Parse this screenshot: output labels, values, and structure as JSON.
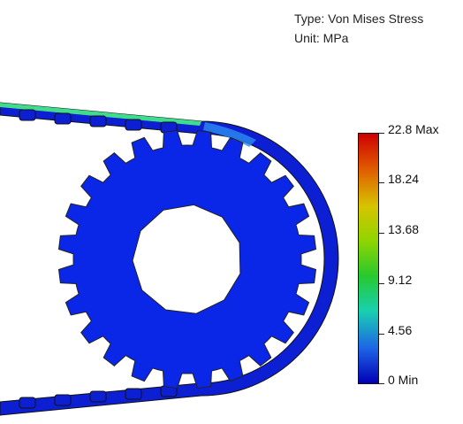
{
  "header": {
    "type_line": "Type: Von Mises Stress",
    "unit_line": "Unit: MPa"
  },
  "legend": {
    "labels": [
      "22.8 Max",
      "18.24",
      "13.68",
      "9.12",
      "4.56",
      "0 Min"
    ],
    "gradient_colors": [
      "#cc0000",
      "#e05a00",
      "#d6c400",
      "#8fd400",
      "#27c92e",
      "#18d0b0",
      "#1e64e6",
      "#0000b4"
    ]
  },
  "colors": {
    "gear": "#0a26e6",
    "belt": "#0c1fd2",
    "belt_edge": "#3fdc8e",
    "highlight": "#2a8cf0"
  }
}
